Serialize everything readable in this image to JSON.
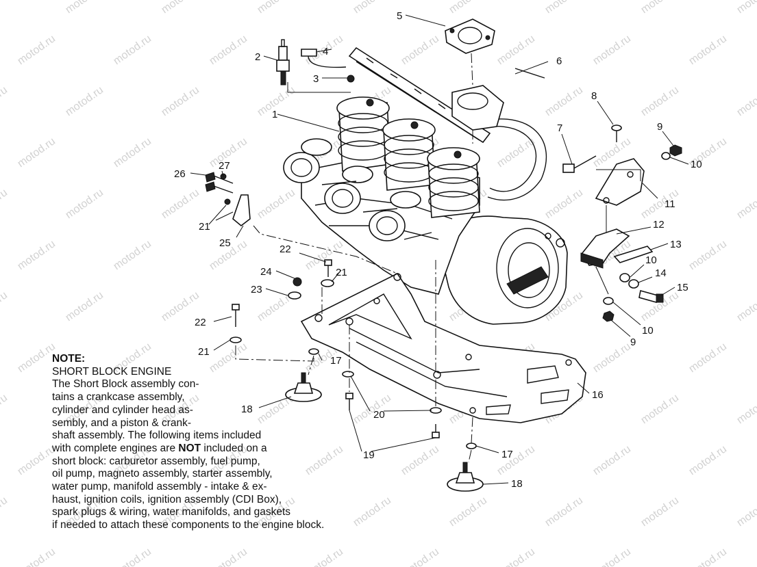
{
  "watermark": "motod.ru",
  "callouts": [
    "1",
    "2",
    "3",
    "4",
    "5",
    "6",
    "7",
    "8",
    "9",
    "9",
    "10",
    "10",
    "10",
    "10",
    "11",
    "12",
    "13",
    "14",
    "15",
    "16",
    "17",
    "17",
    "18",
    "18",
    "19",
    "20",
    "21",
    "21",
    "21",
    "22",
    "22",
    "23",
    "24",
    "25",
    "26",
    "27"
  ],
  "note": {
    "title": "NOTE:",
    "subtitle": "SHORT BLOCK ENGINE",
    "lines": [
      "The Short Block assembly con-",
      "tains a crankcase assembly,",
      "cylinder and cylinder head as-",
      "sembly, and a piston & crank-",
      "shaft assembly.  The following items included",
      "with complete engines are ",
      "short block:  carburetor assembly, fuel pump,",
      "oil pump, magneto assembly, starter assembly,",
      "water pump, manifold assembly - intake & ex-",
      "haust, ignition coils, ignition assembly (CDI Box),",
      "spark plugs & wiring, water manifolds, and gaskets",
      "if needed to attach these components to the engine block."
    ],
    "line6_bold": "NOT",
    "line6_tail": " included on a"
  }
}
